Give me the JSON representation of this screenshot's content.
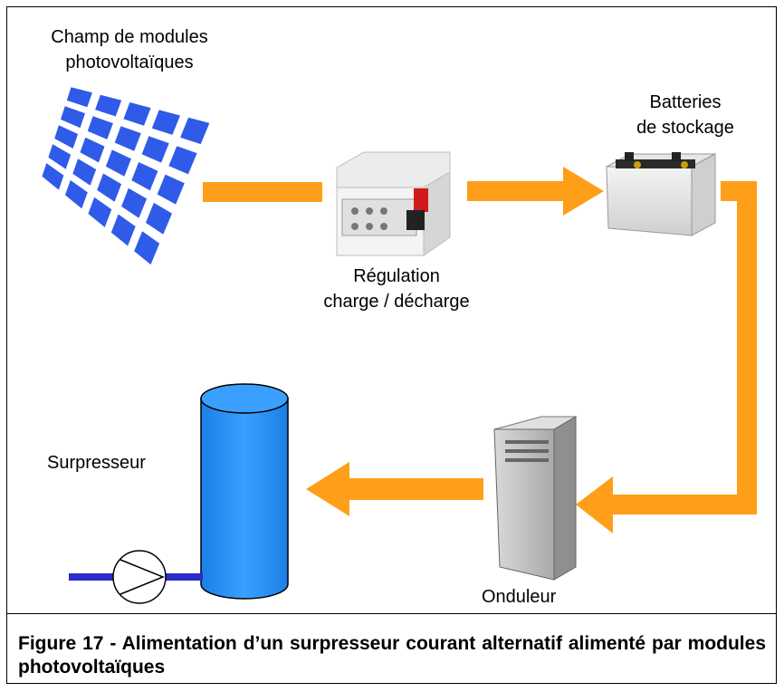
{
  "labels": {
    "panels": [
      "Champ de modules",
      "photovoltaïques"
    ],
    "batteries": [
      "Batteries",
      "de stockage"
    ],
    "regulation": [
      "Régulation",
      "charge / décharge"
    ],
    "surpresseur": "Surpresseur",
    "onduleur": "Onduleur"
  },
  "caption": "Figure 17 - Alimentation d’un surpresseur courant alternatif alimenté par modules photovoltaïques",
  "colors": {
    "arrow": "#FF9F19",
    "panel": "#2F5BE8",
    "tank": "#1E90FF",
    "pipe": "#2B2BC8"
  }
}
